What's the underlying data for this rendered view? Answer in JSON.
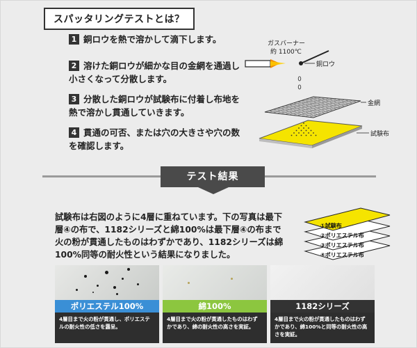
{
  "title": "スパッタリングテストとは？",
  "steps": [
    {
      "num": "1",
      "text": "銅ロウを熱で溶かして滴下します。"
    },
    {
      "num": "2",
      "text": "溶けた銅ロウが細かな目の金網を通過し小さくなって分散します。"
    },
    {
      "num": "3",
      "text": "分散した銅ロウが試験布に付着し布地を熱で溶かし貫通していきます。"
    },
    {
      "num": "4",
      "text": "貫通の可否、または穴の大きさや穴の数を確認します。"
    }
  ],
  "diagram": {
    "burner_label": "ガスバーナー",
    "burner_temp": "約 1100℃",
    "copper_label": "銅ロウ",
    "mesh_label": "金網",
    "cloth_label": "試験布"
  },
  "result_banner": "テスト結果",
  "result_text": "試験布は右図のように4層に重ねています。下の写真は最下層④の布で、1182シリーズと綿100%は最下層④の布まで火の粉が貫通したものはわずかであり、1182シリーズは綿100%同等の耐火性という結果になりました。",
  "layers": [
    {
      "label": "①試験布"
    },
    {
      "label": "②ポリエステル布"
    },
    {
      "label": "③ポリエステル布"
    },
    {
      "label": "④ポリエステル布"
    }
  ],
  "photos": [
    {
      "caption": "ポリエステル100%",
      "caption_color": "#3a8fd6",
      "desc": "4層目まで火の粉が貫通し、ポリエステルの耐火性の低さを露呈。"
    },
    {
      "caption": "綿100%",
      "caption_color": "#8cc63f",
      "desc": "4層目まで火の粉が貫通したものはわずかであり、綿の耐火性の高さを実証。"
    },
    {
      "caption": "1182シリーズ",
      "caption_color": "#333333",
      "desc": "4層目まで火の粉が貫通したものはわずかであり、綿100%と同等の耐火性の高さを実証。"
    }
  ],
  "colors": {
    "cloth_yellow": "#f5e400",
    "flame_orange": "#f08a00",
    "banner_dark": "#4a4a4a"
  }
}
